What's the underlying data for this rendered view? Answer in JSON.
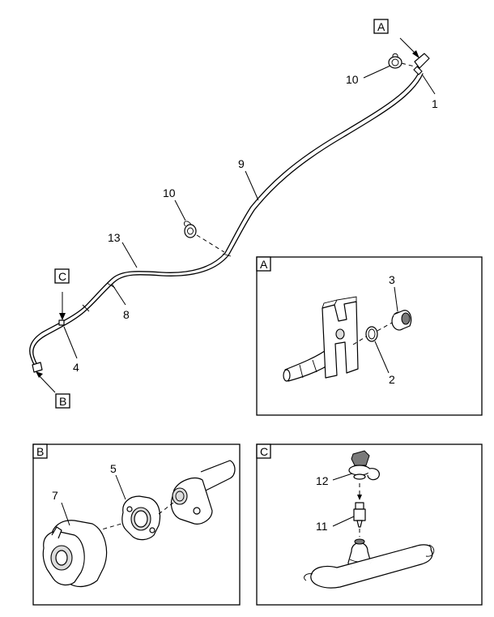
{
  "callouts": {
    "main": [
      "10",
      "1",
      "9",
      "10",
      "13",
      "8",
      "4"
    ],
    "inset_a": [
      "3",
      "2"
    ],
    "inset_b": [
      "5",
      "7"
    ],
    "inset_c": [
      "12",
      "11"
    ]
  },
  "view_tags": {
    "top_a": "A",
    "side_c": "C",
    "bottom_b": "B"
  },
  "inset_tags": {
    "a": "A",
    "b": "B",
    "c": "C"
  }
}
